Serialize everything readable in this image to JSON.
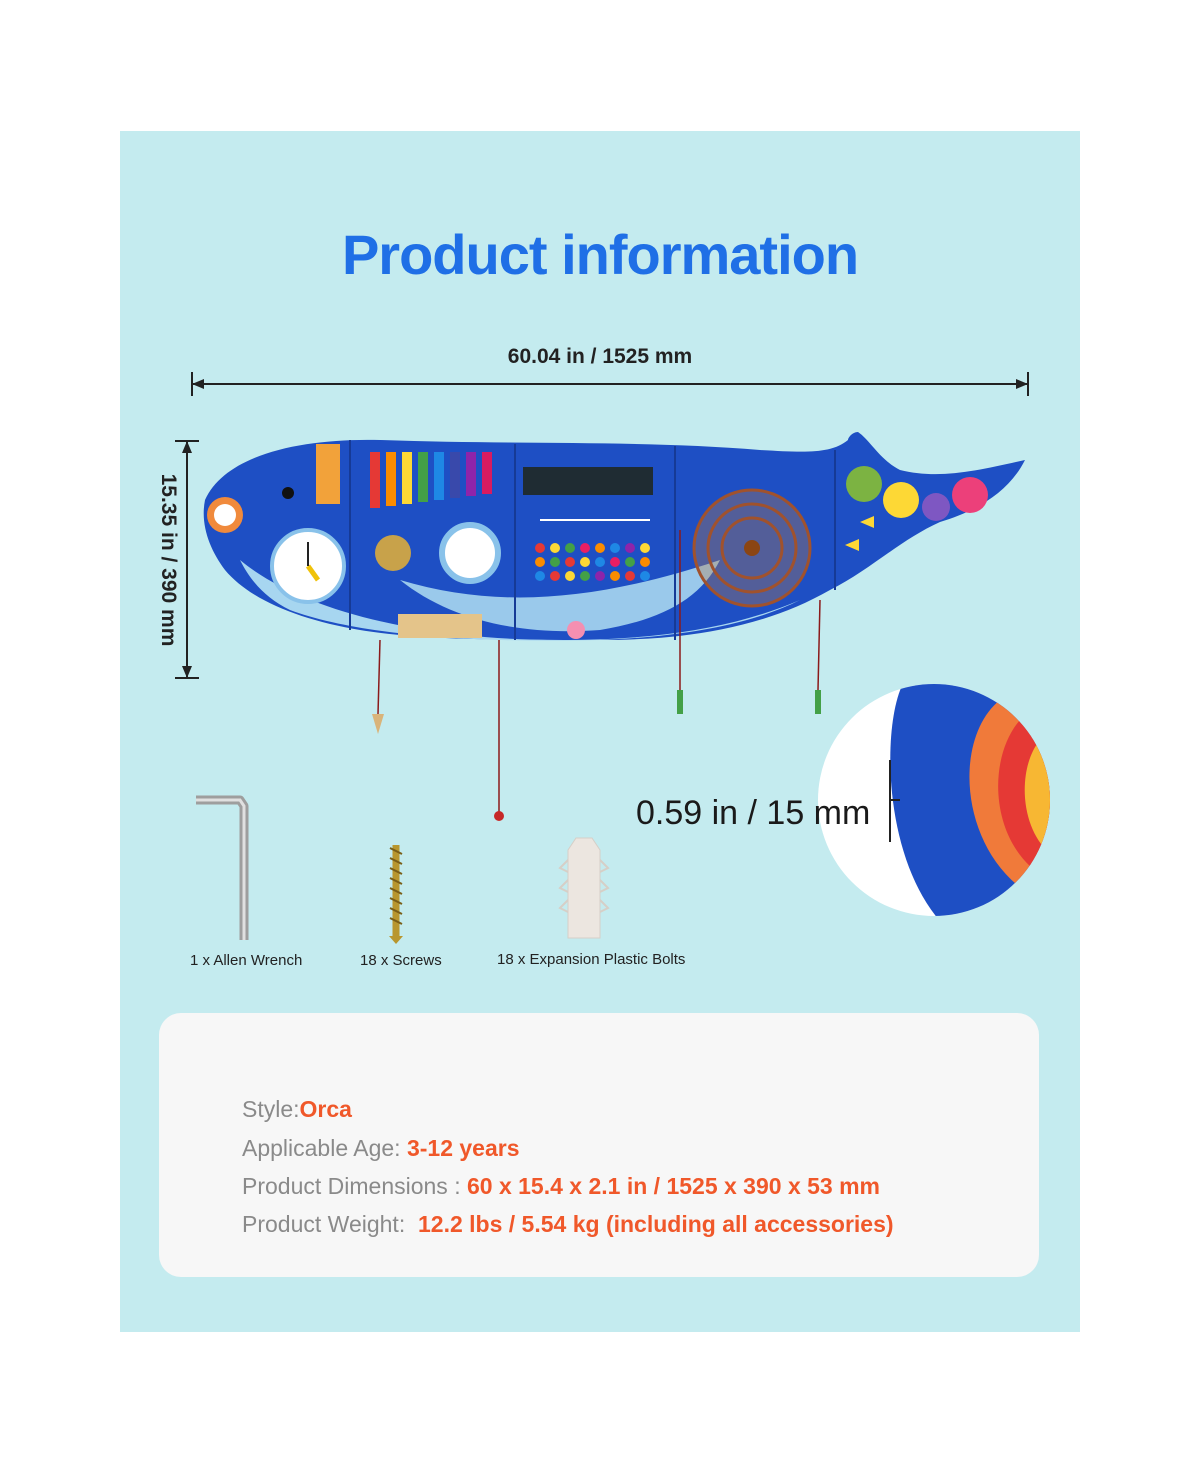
{
  "title": "Product information",
  "dimensions": {
    "width": "60.04 in / 1525 mm",
    "height": "15.35 in / 390 mm",
    "thickness": "0.59 in / 15 mm"
  },
  "accessories": [
    {
      "label": "1 x Allen Wrench"
    },
    {
      "label": "18 x Screws"
    },
    {
      "label": "18 x Expansion Plastic Bolts"
    }
  ],
  "specs": {
    "style": {
      "label": "Style:",
      "value": "Orca"
    },
    "age": {
      "label": "Applicable Age: ",
      "value": "3-12 years"
    },
    "dimensions": {
      "label": "Product Dimensions : ",
      "value": "60 x 15.4 x 2.1 in / 1525 x 390 x 53 mm"
    },
    "weight": {
      "label": "Product Weight:  ",
      "value": "12.2 lbs / 5.54 kg (including all accessories)"
    }
  },
  "colors": {
    "background": "#c4ebef",
    "title": "#1f6fe6",
    "accent_value": "#f0582a",
    "whale_body": "#1e4fc4",
    "whale_belly": "#a7d6f0"
  }
}
